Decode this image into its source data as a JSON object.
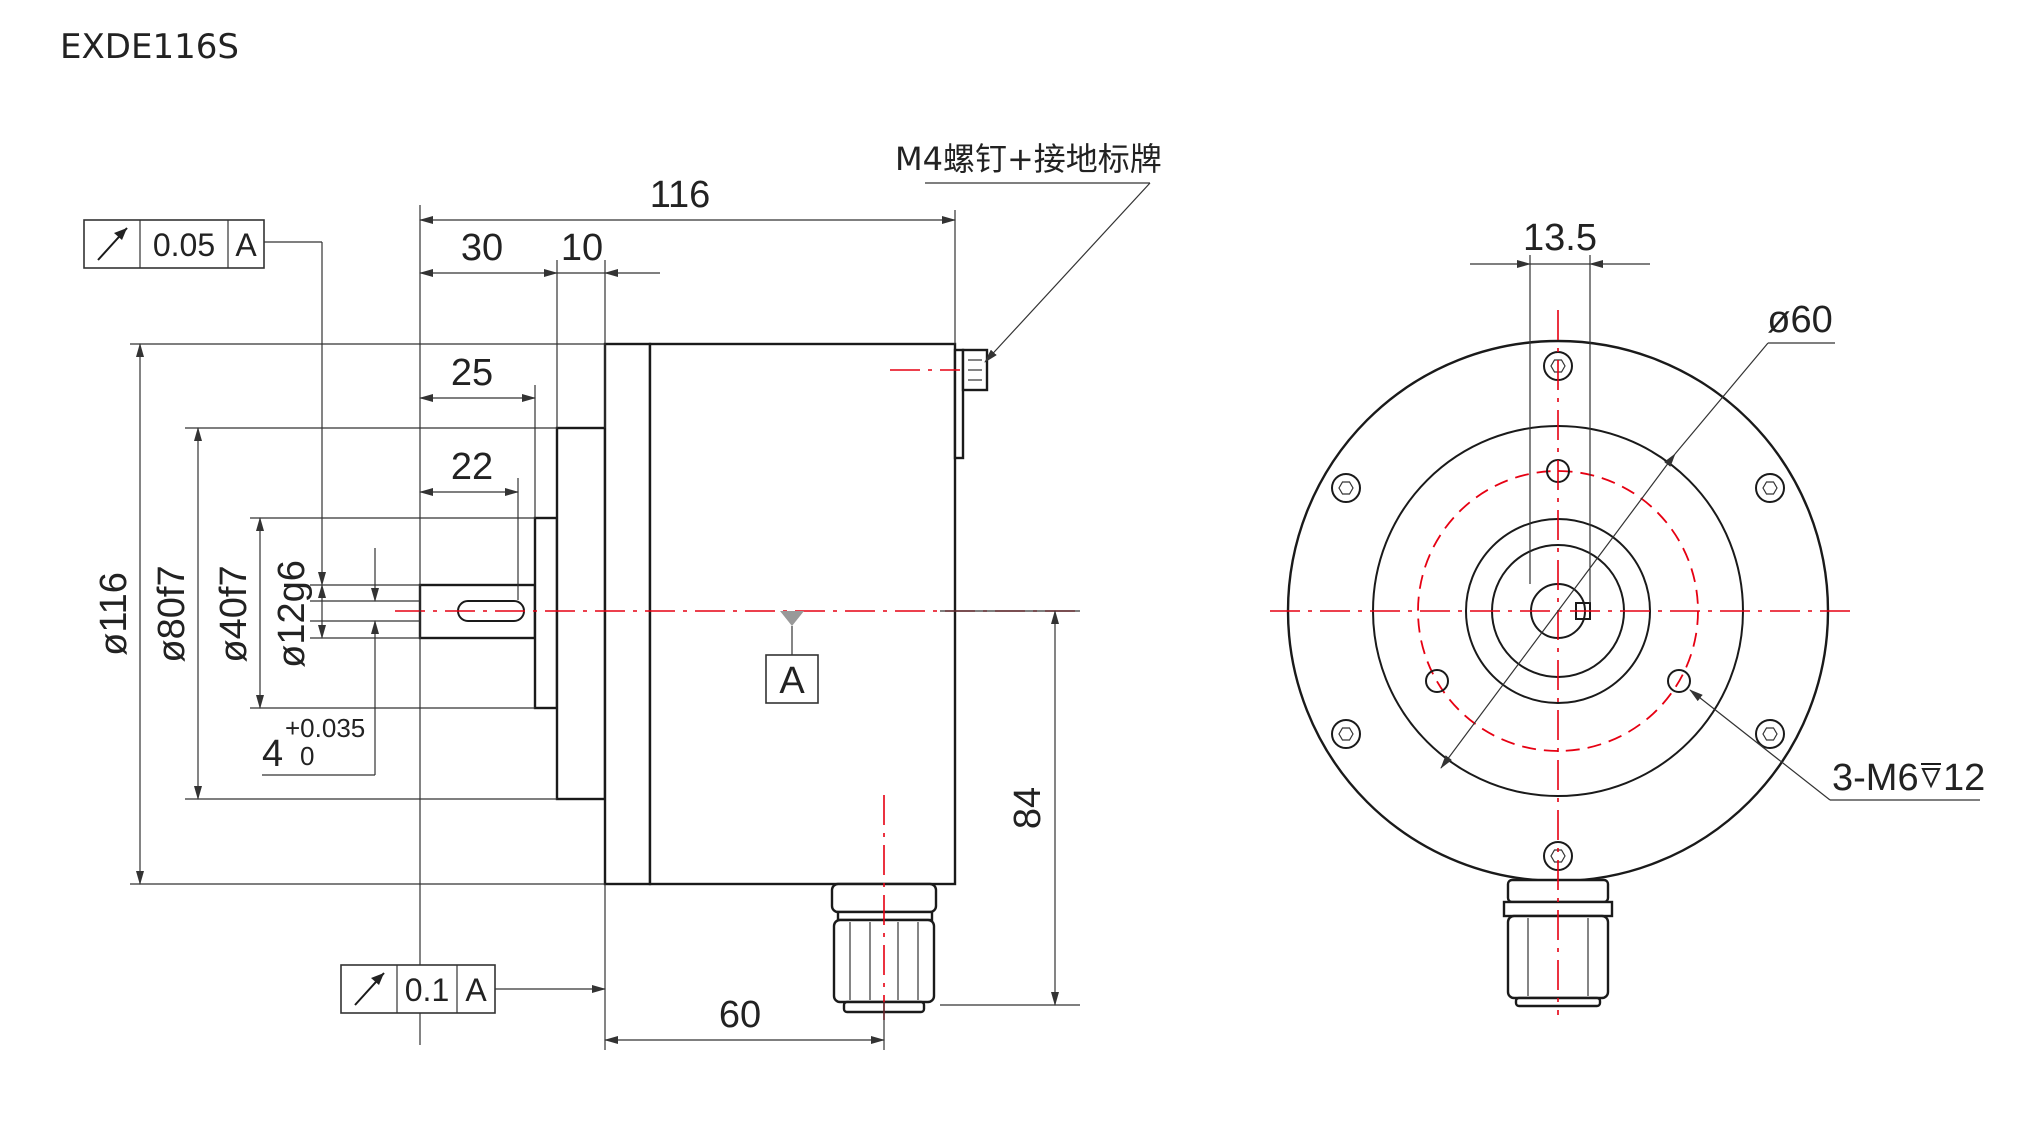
{
  "title": "EXDE116S",
  "notes": {
    "ground_label": "M4螺钉+接地标牌",
    "thread_holes": "3-M6",
    "thread_depth": "12"
  },
  "dimensions": {
    "overall_length": "116",
    "shaft_length": "30",
    "flange_thickness": "10",
    "shaft_step": "25",
    "keyway_length": "22",
    "dia_body": "ø116",
    "dia_spigot": "ø80f7",
    "dia_hub": "ø40f7",
    "dia_shaft": "ø12g6",
    "key_width": "4",
    "key_tol_upper": "+0.035",
    "key_tol_lower": "0",
    "center_height": "84",
    "connector_offset": "60",
    "key_offset": "13.5",
    "pcd": "ø60"
  },
  "tolerance_frames": [
    {
      "symbol": "runout-arrow-icon",
      "value": "0.05",
      "datum": "A"
    },
    {
      "symbol": "runout-arrow-icon",
      "value": "0.1",
      "datum": "A"
    }
  ],
  "datum": {
    "label": "A"
  },
  "colors": {
    "line": "#1a1a1a",
    "centerline": "#e60012"
  }
}
